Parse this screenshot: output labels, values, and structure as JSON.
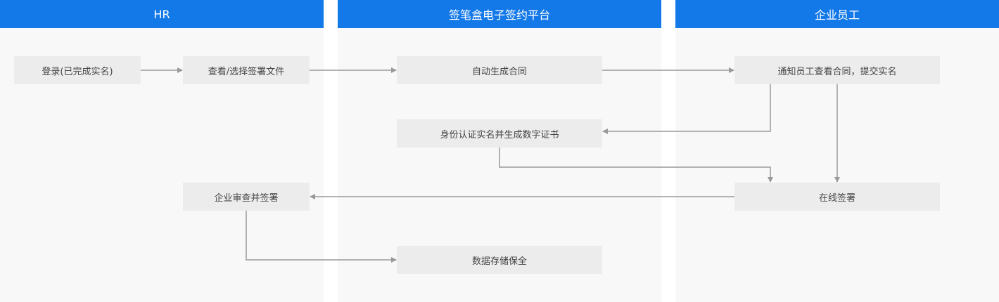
{
  "colors": {
    "header": "#1479e8",
    "lane": "#f8f8f8",
    "node": "#ececec",
    "arrow": "#999999"
  },
  "lanes": [
    {
      "title": "HR"
    },
    {
      "title": "签笔盒电子签约平台"
    },
    {
      "title": "企业员工"
    }
  ],
  "nodes": {
    "login": "登录(已完成实名)",
    "view_select": "查看/选择签署文件",
    "auto_contract": "自动生成合同",
    "notify_staff": "通知员工查看合同，提交实名",
    "identity_verify": "身份认证实名并生成数字证书",
    "online_sign": "在线签署",
    "company_review": "企业审查并签署",
    "data_storage": "数据存储保全"
  }
}
